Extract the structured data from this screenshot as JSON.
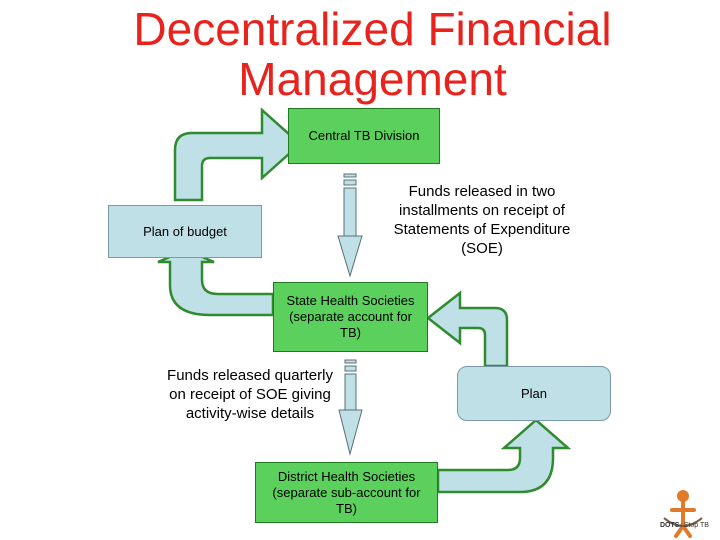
{
  "title_line1": "Decentralized Financial",
  "title_line2": "Management",
  "nodes": {
    "central": "Central TB Division",
    "plan_budget": "Plan of budget",
    "state": "State Health Societies (separate account for TB)",
    "plan": "Plan",
    "district": "District Health Societies (separate sub-account for TB)"
  },
  "notes": {
    "funds_two": "Funds released in two installments on receipt of Statements of Expenditure (SOE)",
    "funds_quarterly": "Funds released quarterly on receipt of SOE giving activity-wise details"
  },
  "logo": {
    "brand": "DOTS-",
    "tagline": "Stop TB"
  },
  "colors": {
    "title": "#e8231e",
    "green_box": "#5cd05c",
    "blue_box": "#bfe0e6",
    "curved_arrow_fill": "#bfe0e6",
    "curved_arrow_stroke": "#2e8b2e"
  }
}
